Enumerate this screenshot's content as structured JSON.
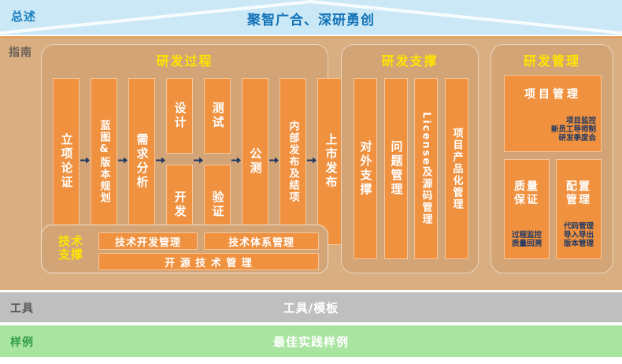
{
  "bands": {
    "overview": {
      "side_label": "总述",
      "title": "聚智广合、深研勇创",
      "bg_color": "#cbe8f7",
      "text_color": "#1273b8"
    },
    "guide": {
      "side_label": "指南",
      "bg_color": "#d9ae80"
    },
    "tool": {
      "side_label": "工具",
      "title": "工具/模板",
      "bg_color": "#bfbfbf",
      "text_color": "#ffffff"
    },
    "sample": {
      "side_label": "样例",
      "title": "最佳实践样例",
      "bg_color": "#a9e4a0",
      "text_color": "#ffffff"
    }
  },
  "colors": {
    "panel_tan": "#d3a476",
    "card_orange": "#f0913f",
    "title_yellow": "#ffe400",
    "arrow_navy": "#1f3864",
    "note_navy": "#1f3864"
  },
  "process_panel": {
    "title": "研发过程",
    "stages": [
      {
        "label": "立项论证",
        "split": false
      },
      {
        "label": "蓝图&版本规划",
        "split": false
      },
      {
        "label": "需求分析",
        "split": false
      },
      {
        "label": "设计",
        "label2": "开发",
        "split": true
      },
      {
        "label": "测试",
        "label2": "验证",
        "split": true
      },
      {
        "label": "公测",
        "split": false
      },
      {
        "label": "内部发布及结项",
        "split": false
      },
      {
        "label": "上市发布",
        "split": false
      }
    ],
    "arrow_count": 7
  },
  "tech_support": {
    "label": "技术\n支撑",
    "label_line1": "技术",
    "label_line2": "支撑",
    "items_row1": [
      "技术开发管理",
      "技术体系管理"
    ],
    "items_row2": [
      "开 源 技 术  管 理"
    ]
  },
  "support_panel": {
    "title": "研发支撑",
    "items": [
      "对外支撑",
      "问题管理",
      "License及源码管理",
      "项目产品化管理"
    ]
  },
  "management_panel": {
    "title": "研发管理",
    "cards": [
      {
        "title": "项目管理",
        "notes": [
          "项目监控",
          "新员工导师制",
          "研发季度会"
        ],
        "notes_align": "right"
      },
      {
        "title_line1": "质量",
        "title_line2": "保证",
        "notes": [
          "过程监控",
          "质量回溯"
        ],
        "notes_align": "center"
      },
      {
        "title_line1": "配置",
        "title_line2": "管理",
        "notes": [
          "代码管理",
          "导入导出",
          "版本管理"
        ],
        "notes_align": "center"
      }
    ]
  }
}
